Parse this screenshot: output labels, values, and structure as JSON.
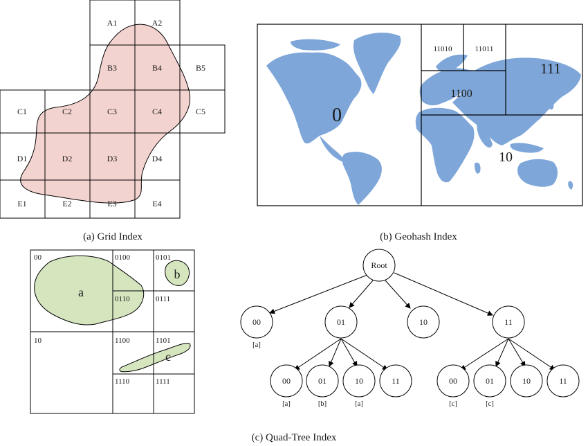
{
  "grid_index": {
    "caption": "(a) Grid Index",
    "cells": {
      "A1": "A1",
      "A2": "A2",
      "B3": "B3",
      "B4": "B4",
      "B5": "B5",
      "C1": "C1",
      "C2": "C2",
      "C3": "C3",
      "C4": "C4",
      "C5": "C5",
      "D1": "D1",
      "D2": "D2",
      "D3": "D3",
      "D4": "D4",
      "E1": "E1",
      "E2": "E2",
      "E3": "E3",
      "E4": "E4"
    },
    "region_color": "#f3d3cf"
  },
  "geohash_index": {
    "caption": "(b) Geohash Index",
    "labels": {
      "g0": "0",
      "g10": "10",
      "g1100": "1100",
      "g11010": "11010",
      "g11011": "11011",
      "g111": "111"
    },
    "land_color": "#7ea6d9"
  },
  "quadtree_index": {
    "caption": "(c) Quad-Tree Index",
    "quad_labels": {
      "q00": "00",
      "q0100": "0100",
      "q0101": "0101",
      "q0110": "0110",
      "q0111": "0111",
      "q10": "10",
      "q1100": "1100",
      "q1101": "1101",
      "q1110": "1110",
      "q1111": "1111"
    },
    "shapes": {
      "a": "a",
      "b": "b",
      "c": "c"
    },
    "shape_color": "#d5e6bf",
    "tree": {
      "root": "Root",
      "n00": "00",
      "n01": "01",
      "n10": "10",
      "n11": "11",
      "n0100": "00",
      "n0101": "01",
      "n0110": "10",
      "n0111": "11",
      "n1100": "00",
      "n1101": "01",
      "n1110": "10",
      "n1111": "11",
      "s00": "[a]",
      "s0100": "[a]",
      "s0101": "[b]",
      "s0110": "[a]",
      "s1100": "[c]",
      "s1101": "[c]"
    }
  }
}
